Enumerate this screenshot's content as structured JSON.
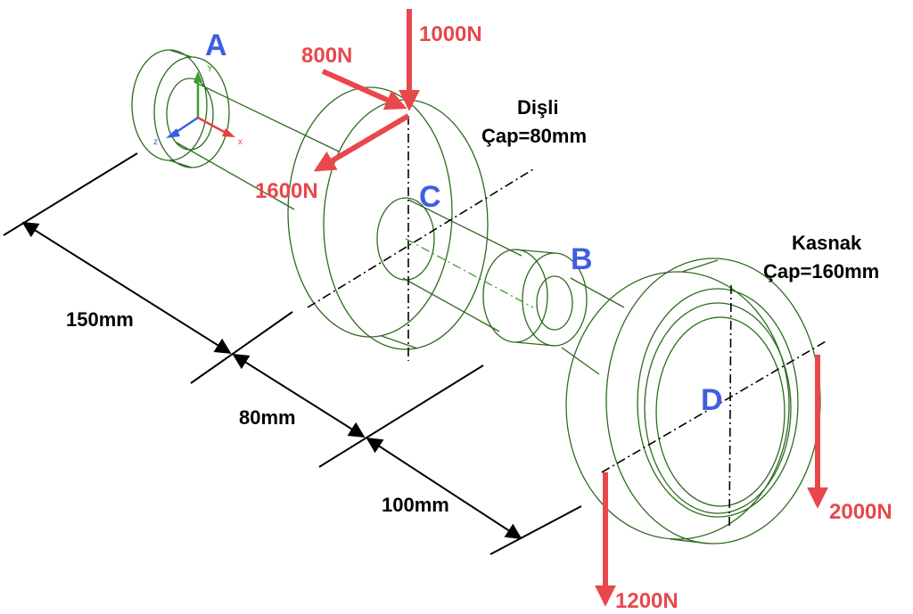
{
  "points": {
    "A": "A",
    "B": "B",
    "C": "C",
    "D": "D"
  },
  "forces": {
    "f1000": "1000N",
    "f800": "800N",
    "f1600": "1600N",
    "f1200": "1200N",
    "f2000": "2000N"
  },
  "parts": {
    "gear_name": "Dişli",
    "gear_diameter": "Çap=80mm",
    "pulley_name": "Kasnak",
    "pulley_diameter": "Çap=160mm"
  },
  "dimensions": {
    "d1": "150mm",
    "d2": "80mm",
    "d3": "100mm"
  },
  "triad": {
    "x": "x",
    "y": "Y",
    "z": "z"
  },
  "colors": {
    "point_label": "#3f5fe0",
    "force": "#e8474c",
    "edge": "#2d6b1f",
    "triad_x": "#e84040",
    "triad_y": "#3aa02a",
    "triad_z": "#3a5fe0"
  }
}
